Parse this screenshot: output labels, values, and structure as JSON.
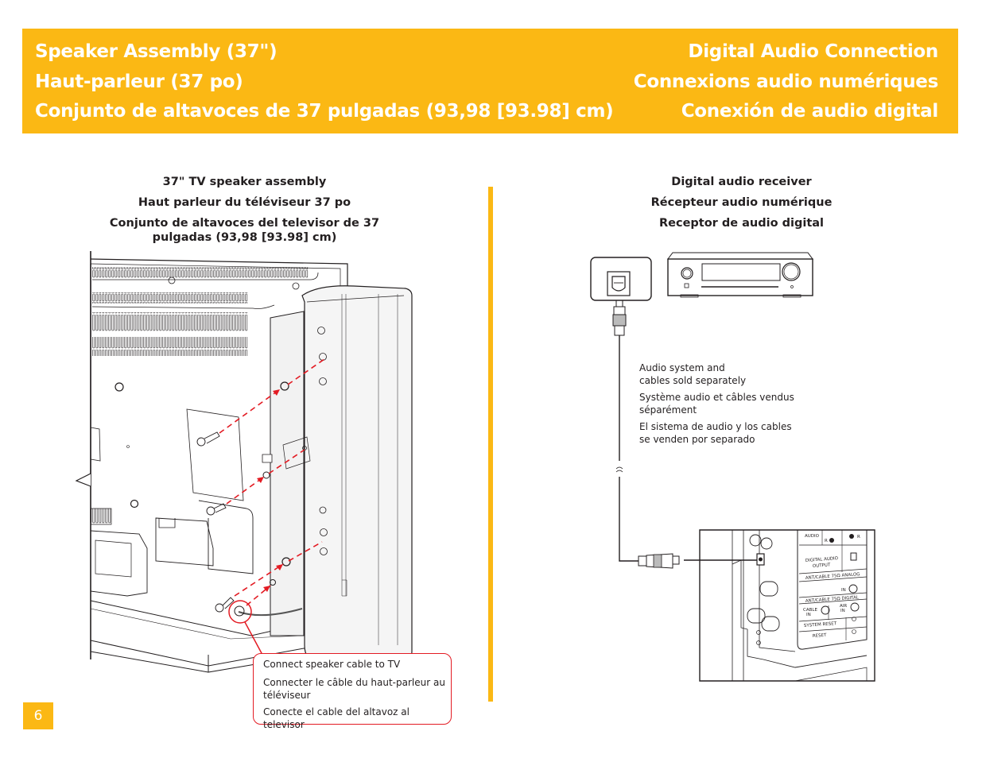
{
  "banner": {
    "left_titles": [
      "Speaker Assembly (37\")",
      "Haut-parleur (37 po)",
      "Conjunto de altavoces de 37 pulgadas (93,98 [93.98] cm)"
    ],
    "right_titles": [
      "Digital Audio Connection",
      "Connexions audio numériques",
      "Conexión de audio digital"
    ],
    "color": "#fbb814"
  },
  "left_panel": {
    "caption": [
      "37\" TV speaker assembly",
      "Haut parleur du téléviseur 37 po",
      "Conjunto de altavoces del televisor de 37",
      "pulgadas (93,98 [93.98] cm)"
    ],
    "callout": [
      "Connect speaker cable to TV",
      "Connecter le câble du haut-parleur au téléviseur",
      "Conecte el cable del altavoz al televisor"
    ],
    "callout_color": "#e31b23"
  },
  "right_panel": {
    "caption": [
      "Digital audio receiver",
      "Récepteur audio numérique",
      "Receptor de audio digital"
    ],
    "note": [
      "Audio system and\ncables sold separately",
      "Système audio et câbles vendus\nséparément",
      "El sistema de audio y los cables\nse venden por separado"
    ],
    "tv_panel_labels": {
      "audio": "AUDIO",
      "r1": "R",
      "r2": "R",
      "digital_audio_output": [
        "DIGITAL AUDIO",
        "OUTPUT"
      ],
      "ant_cable_analog": "ANT/CABLE 75Ω  ANALOG",
      "in": "IN",
      "ant_cable_digital": "ANT/CABLE 75Ω  DIGITAL",
      "cable_in": [
        "CABLE",
        "IN"
      ],
      "air_in": [
        "AIR",
        "IN"
      ],
      "system_reset": "SYSTEM RESET",
      "reset": "RESET"
    }
  },
  "page_number": "6"
}
